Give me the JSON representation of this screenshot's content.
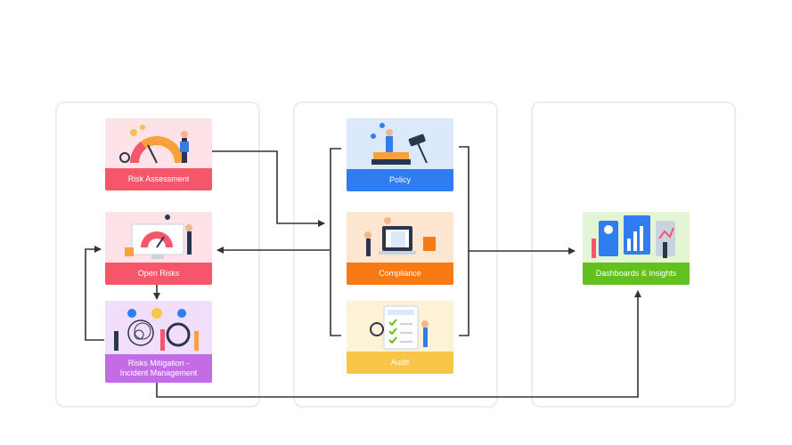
{
  "columns": {
    "risk": {
      "title": "Risk\nManagement",
      "color": "#f5566a"
    },
    "ucf": {
      "title": "Unified Compliance\nFramework",
      "color": "#2f7df0"
    },
    "analytics": {
      "title": "Analytics\n& Insights",
      "color": "#64c01e"
    }
  },
  "cards": {
    "risk_assessment": {
      "label": "Risk Assessment",
      "color": "#f5566a",
      "bg": "#fde3e7"
    },
    "open_risks": {
      "label": "Open Risks",
      "color": "#f5566a",
      "bg": "#fde3e7"
    },
    "risks_mitigation": {
      "label": "Risks Mitigation -\nIncident Management",
      "color": "#c46ce6",
      "bg": "#f0defa"
    },
    "policy": {
      "label": "Policy",
      "color": "#2f7df0",
      "bg": "#dbe9fb"
    },
    "compliance": {
      "label": "Compliance",
      "color": "#f77a14",
      "bg": "#fde7d3"
    },
    "audit": {
      "label": "Audit",
      "color": "#fac64a",
      "bg": "#fdf1d6"
    },
    "dashboards": {
      "label": "Dashboards & Insights",
      "color": "#64c01e",
      "bg": "#e2f5d4"
    }
  }
}
